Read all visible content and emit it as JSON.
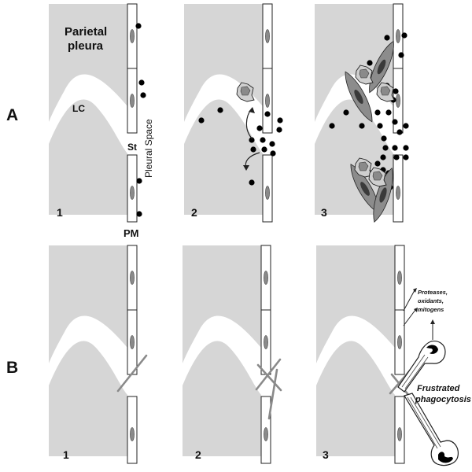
{
  "rows": [
    "A",
    "B"
  ],
  "panel_numbers": [
    "1",
    "2",
    "3"
  ],
  "labels": {
    "parietal_line1": "Parietal",
    "parietal_line2": "pleura",
    "lymphatic_channel": "LC",
    "stoma": "St",
    "pleural_space": "Pleural Space",
    "pleural_membrane": "PM"
  },
  "annotations": {
    "mediators": [
      "Proteases,",
      "oxidants,",
      "mitogens"
    ],
    "frustrated_line1": "Frustrated",
    "frustrated_line2": "phagocytosis"
  },
  "colors": {
    "tissue": "#d6d6d6",
    "nucleus": "#8a8a8a",
    "particle": "#000000",
    "outline": "#333333"
  }
}
